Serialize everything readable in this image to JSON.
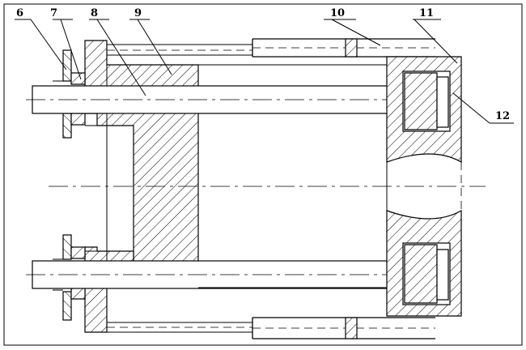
{
  "labels": {
    "l6": "6",
    "l7": "7",
    "l8": "8",
    "l9": "9",
    "l10": "10",
    "l11": "11",
    "l12": "12"
  }
}
